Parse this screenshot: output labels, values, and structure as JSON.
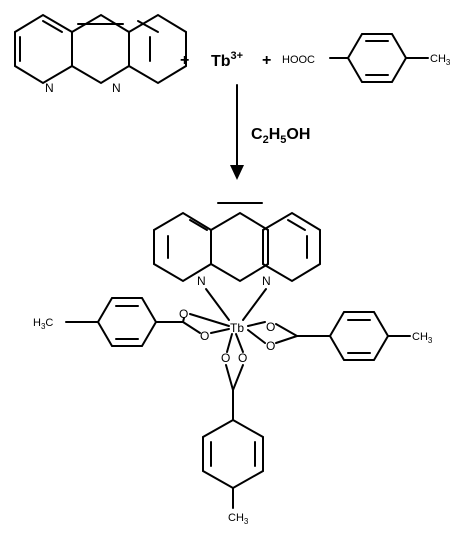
{
  "reaction": {
    "plus_1": "+",
    "plus_2": "+",
    "terbium_ion": {
      "symbol": "Tb",
      "charge": "3+"
    },
    "acid_label": "HOOC",
    "acid_methyl": {
      "main": "CH",
      "sub": "3"
    },
    "phen_N": "N",
    "solvent": {
      "c": "C",
      "c_sub": "2",
      "h": "H",
      "h_sub": "5",
      "oh": "OH"
    }
  },
  "complex": {
    "metal": "Tb",
    "N": "N",
    "O": "O",
    "left_methyl": {
      "h": "H",
      "sub": "3",
      "c": "C"
    },
    "right_methyl": {
      "c": "CH",
      "sub": "3"
    },
    "bottom_methyl": {
      "c": "CH",
      "sub": "3"
    }
  },
  "colors": {
    "ink": "#000000",
    "background": "#ffffff"
  }
}
